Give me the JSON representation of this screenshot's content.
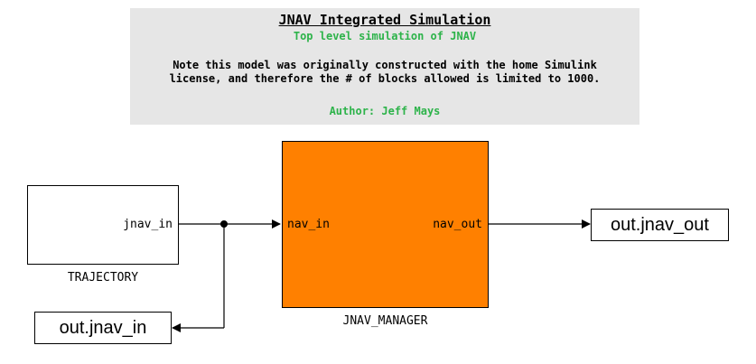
{
  "annotation": {
    "title": "JNAV Integrated Simulation",
    "subtitle": "Top level simulation of JNAV",
    "note_line1": "Note this model was originally constructed with the home Simulink",
    "note_line2": "license, and therefore the # of blocks allowed is limited to 1000.",
    "author": "Author: Jeff Mays"
  },
  "blocks": {
    "trajectory": {
      "name": "TRAJECTORY",
      "output_port": "jnav_in"
    },
    "manager": {
      "name": "JNAV_MANAGER",
      "input_port": "nav_in",
      "output_port": "nav_out",
      "color": "#ff8000"
    },
    "out_jnav_in": {
      "label": "out.jnav_in"
    },
    "out_jnav_out": {
      "label": "out.jnav_out"
    }
  },
  "colors": {
    "annotation_background": "#e6e6e6",
    "annotation_accent": "#2db34a",
    "wire": "#000000"
  }
}
